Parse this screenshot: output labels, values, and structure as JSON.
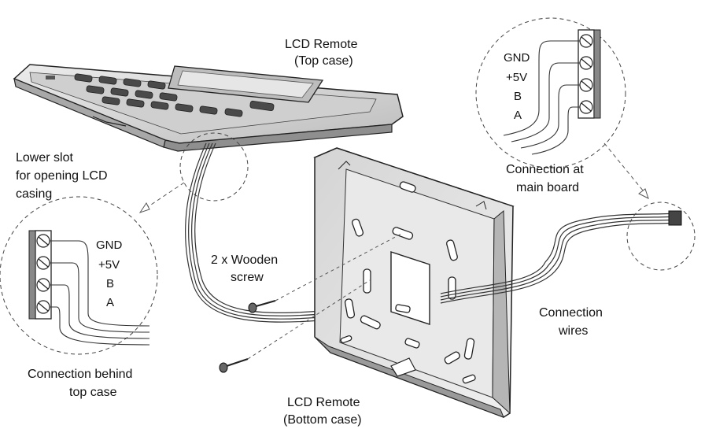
{
  "labels": {
    "top_case_line1": "LCD Remote",
    "top_case_line2": "(Top case)",
    "lower_slot_line1": "Lower slot",
    "lower_slot_line2": "for opening LCD",
    "lower_slot_line3": "casing",
    "screw_line1": "2 x Wooden",
    "screw_line2": "screw",
    "conn_main_line1": "Connection at",
    "conn_main_line2": "main board",
    "conn_wires_line1": "Connection",
    "conn_wires_line2": "wires",
    "conn_behind_line1": "Connection behind",
    "conn_behind_line2": "top case",
    "bottom_case_line1": "LCD Remote",
    "bottom_case_line2": "(Bottom case)"
  },
  "terminals_main": [
    "GND",
    "+5V",
    "B",
    "A"
  ],
  "terminals_behind": [
    "GND",
    "+5V",
    "B",
    "A"
  ],
  "colors": {
    "line": "#222222",
    "case_fill": "#d9d9d9",
    "case_dark": "#9a9a9a",
    "background": "#ffffff"
  }
}
